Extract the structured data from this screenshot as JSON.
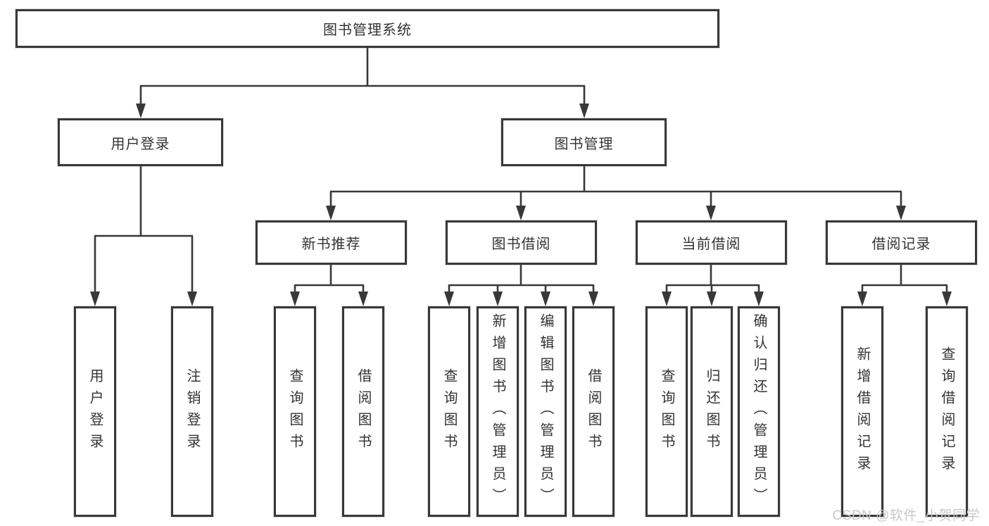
{
  "colors": {
    "line": "#383838",
    "text": "#333333",
    "background": "#ffffff"
  },
  "watermark": {
    "text": "CSDN @软件_小贺同学",
    "color": "#c8c8c8"
  },
  "tree": {
    "root": {
      "label": "图书管理系统"
    },
    "children": [
      {
        "label": "用户登录",
        "children": [
          {
            "label": "用户登录"
          },
          {
            "label": "注销登录"
          }
        ]
      },
      {
        "label": "图书管理",
        "children": [
          {
            "label": "新书推荐",
            "children": [
              {
                "label": "查询图书"
              },
              {
                "label": "借阅图书"
              }
            ]
          },
          {
            "label": "图书借阅",
            "children": [
              {
                "label": "查询图书"
              },
              {
                "label": "新增图书（管理员）"
              },
              {
                "label": "编辑图书（管理员）"
              },
              {
                "label": "借阅图书"
              }
            ]
          },
          {
            "label": "当前借阅",
            "children": [
              {
                "label": "查询图书"
              },
              {
                "label": "归还图书"
              },
              {
                "label": "确认归还（管理员）"
              }
            ]
          },
          {
            "label": "借阅记录",
            "children": [
              {
                "label": "新增借阅记录"
              },
              {
                "label": "查询借阅记录"
              }
            ]
          }
        ]
      }
    ]
  }
}
